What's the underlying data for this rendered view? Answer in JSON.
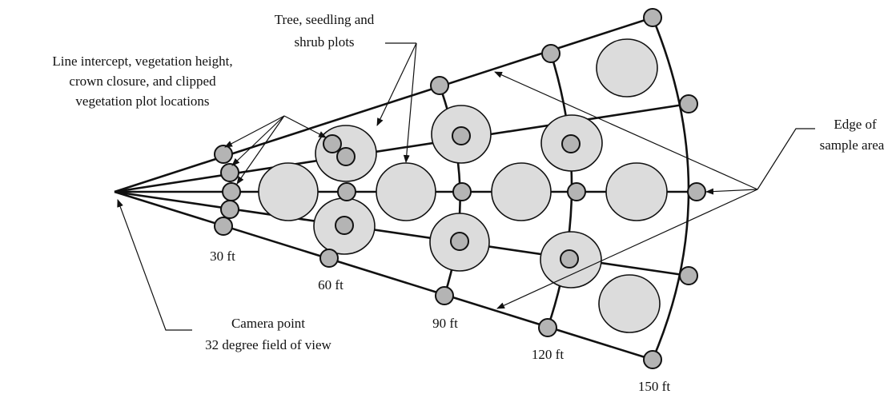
{
  "labels": {
    "line_intercept": [
      "Line intercept, vegetation height,",
      "crown closure, and clipped",
      "vegetation plot locations"
    ],
    "tree_plots": [
      "Tree, seedling and",
      "shrub plots"
    ],
    "edge": [
      "Edge of",
      "sample area"
    ],
    "camera": [
      "Camera point",
      "32 degree field of view"
    ],
    "distances": [
      "30 ft",
      "60 ft",
      "90 ft",
      "120 ft",
      "150 ft"
    ]
  },
  "colors": {
    "plot_fill": "#dcdcdc",
    "marker_fill": "#b4b4b4",
    "line": "#111111"
  }
}
